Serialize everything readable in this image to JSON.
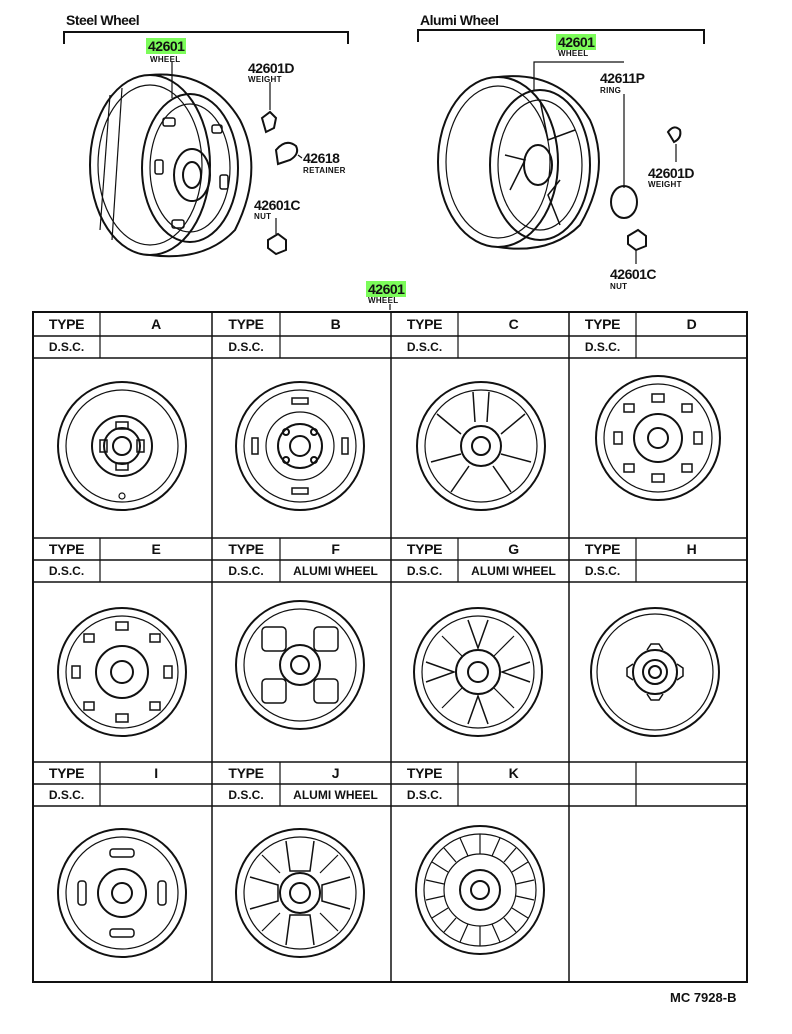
{
  "top": {
    "steel_header": "Steel Wheel",
    "alumi_header": "Alumi Wheel",
    "steel_wheel_num": "42601",
    "steel_wheel_name": "WHEEL",
    "weight_left_num": "42601D",
    "weight_left_name": "WEIGHT",
    "retainer_num": "42618",
    "retainer_name": "RETAINER",
    "nut_left_num": "42601C",
    "nut_left_name": "NUT",
    "alumi_wheel_num": "42601",
    "alumi_wheel_name": "WHEEL",
    "ring_num": "42611P",
    "ring_name": "RING",
    "weight_right_num": "42601D",
    "weight_right_name": "WEIGHT",
    "nut_right_num": "42601C",
    "nut_right_name": "NUT",
    "table_num": "42601",
    "table_name": "WHEEL"
  },
  "table": {
    "type_label": "TYPE",
    "dsc_label": "D.S.C.",
    "cells": [
      {
        "type": "A",
        "dsc": ""
      },
      {
        "type": "B",
        "dsc": ""
      },
      {
        "type": "C",
        "dsc": ""
      },
      {
        "type": "D",
        "dsc": ""
      },
      {
        "type": "E",
        "dsc": ""
      },
      {
        "type": "F",
        "dsc": "ALUMI WHEEL"
      },
      {
        "type": "G",
        "dsc": "ALUMI WHEEL"
      },
      {
        "type": "H",
        "dsc": ""
      },
      {
        "type": "I",
        "dsc": ""
      },
      {
        "type": "J",
        "dsc": "ALUMI  WHEEL"
      },
      {
        "type": "K",
        "dsc": ""
      }
    ]
  },
  "footer": {
    "code": "MC  7928-B"
  },
  "colors": {
    "highlight": "#7CFC5A",
    "ink": "#111111"
  }
}
